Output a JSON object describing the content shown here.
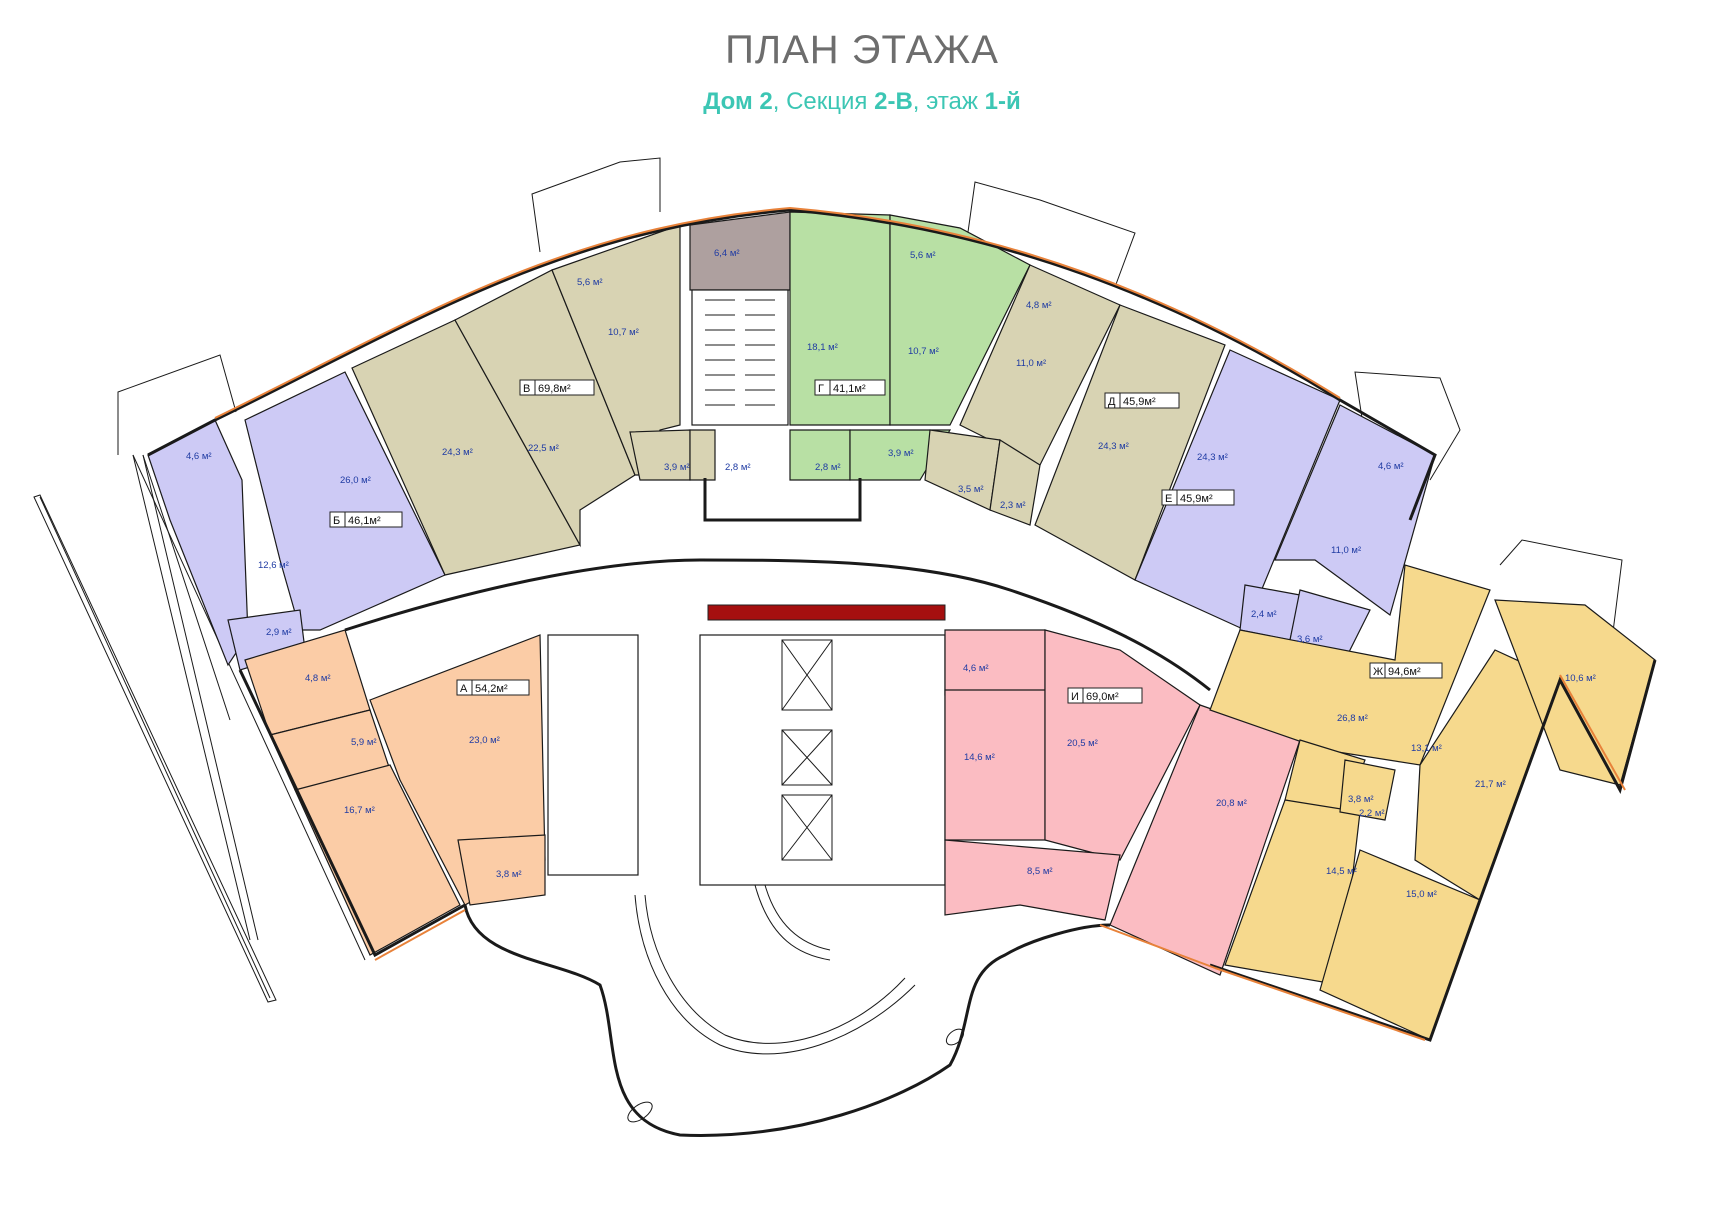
{
  "header": {
    "title": "ПЛАН ЭТАЖА",
    "house_label": "Дом 2",
    "sep1": ", Секция ",
    "section_value": "2-В",
    "sep2": ", этаж ",
    "floor_value": "1-й"
  },
  "colors": {
    "title": "#6d6d6d",
    "accent": "#3cc6b4",
    "green": "#b8e0a4",
    "khaki": "#d8d3b3",
    "lavender": "#cdcaf5",
    "peach": "#fbcca6",
    "pink": "#fbbcc2",
    "gold": "#f6d98d",
    "stair_room": "#aea09f",
    "red_strip": "#a50f0f",
    "window": "#e8823a"
  },
  "apartments": [
    {
      "letter": "В",
      "area": "69,8м²"
    },
    {
      "letter": "Г",
      "area": "41,1м²"
    },
    {
      "letter": "Д",
      "area": "45,9м²"
    },
    {
      "letter": "Б",
      "area": "46,1м²"
    },
    {
      "letter": "Е",
      "area": "45,9м²"
    },
    {
      "letter": "Ж",
      "area": "94,6м²"
    },
    {
      "letter": "А",
      "area": "54,2м²"
    },
    {
      "letter": "И",
      "area": "69,0м²"
    }
  ],
  "room_areas": {
    "stair_upper": "6,4 м²",
    "v_balcony": "5,6 м²",
    "v_room_small": "10,7 м²",
    "v_room_a": "24,3 м²",
    "v_room_b": "22,5 м²",
    "v_bath": "3,9 м²",
    "v_wc": "2,8 м²",
    "g_room": "18,1 м²",
    "g_balcony": "5,6 м²",
    "g_room_small": "10,7 м²",
    "g_wc": "2,8 м²",
    "g_bath": "3,9 м²",
    "d_balcony": "4,8 м²",
    "d_room_small": "11,0 м²",
    "d_room": "24,3 м²",
    "d_bath": "3,5 м²",
    "d_wc": "2,3 м²",
    "b_balcony": "4,6 м²",
    "b_room": "26,0 м²",
    "b_kitchen": "12,6 м²",
    "b_wc": "2,9 м²",
    "e_room": "24,3 м²",
    "e_balcony": "4,6 м²",
    "e_kitchen": "11,0 м²",
    "e_wc": "2,4 м²",
    "e_bath": "3,6 м²",
    "a_bath": "4,8 м²",
    "a_hall": "5,9 м²",
    "a_kitchen": "16,7 м²",
    "a_room": "23,0 м²",
    "a_balcony": "3,8 м²",
    "i_bath": "4,6 м²",
    "i_kitchen": "14,6 м²",
    "i_room": "20,5 м²",
    "i_hall": "8,5 м²",
    "i_room_b": "20,8 м²",
    "zh_room": "26,8 м²",
    "zh_hall": "13,1 м²",
    "zh_room_b": "21,7 м²",
    "zh_bath": "3,8 м²",
    "zh_wc": "2,2 м²",
    "zh_kitchen": "14,5 м²",
    "zh_room_c": "15,0 м²",
    "zh_balcony": "10,6 м²"
  }
}
